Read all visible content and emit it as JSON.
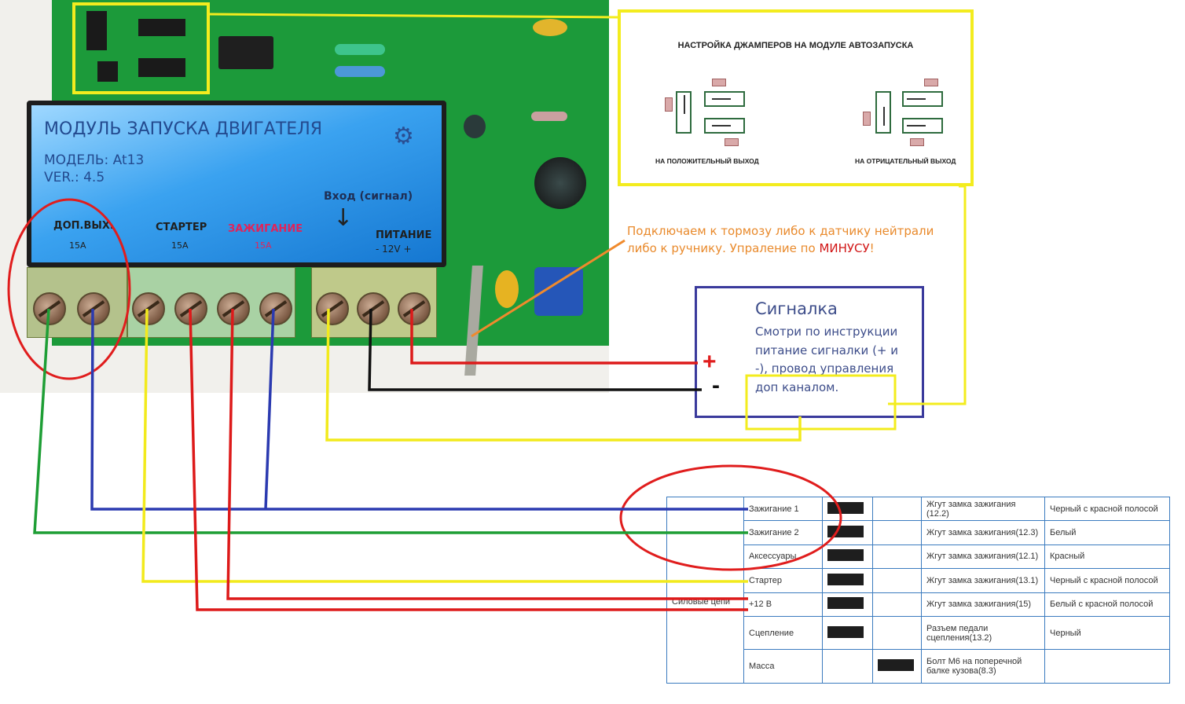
{
  "module": {
    "title": "МОДУЛЬ ЗАПУСКА ДВИГАТЕЛЯ",
    "model": "МОДЕЛЬ: At13",
    "version": "VER.: 4.5",
    "input_label": "Вход (сигнал)",
    "terminals": [
      {
        "label": "ДОП.ВЫХ.",
        "rating": "15A",
        "color": "#1f1f1f"
      },
      {
        "label": "СТАРТЕР",
        "rating": "15A",
        "color": "#1f1f1f"
      },
      {
        "label": "ЗАЖИГАНИЕ",
        "rating": "15A",
        "color": "#e0245a"
      },
      {
        "label": "ПИТАНИЕ",
        "rating": "- 12V +",
        "color": "#1f1f1f"
      }
    ]
  },
  "jumper_panel": {
    "title": "НАСТРОЙКА ДЖАМПЕРОВ НА МОДУЛЕ АВТОЗАПУСКА",
    "positive_caption": "НА ПОЛОЖИТЕЛЬНЫЙ ВЫХОД",
    "negative_caption": "НА ОТРИЦАТЕЛЬНЫЙ ВЫХОД"
  },
  "note": {
    "text": "Подключаем к тормозу либо к датчику нейтрали либо к ручнику. Упраление по ",
    "emphasis": "МИНУСУ",
    "end": "!"
  },
  "signal_box": {
    "title": "Сигналка",
    "description": "Смотри по инструкции питание сигналки (+ и -), провод управления доп каналом.",
    "plus": "+",
    "minus": "-"
  },
  "wiring_table": {
    "group_label": "Силовые цепи",
    "rows": [
      {
        "circuit": "Зажигание 1",
        "harness": "Жгут замка зажигания (12.2)",
        "wire_color": "Черный с красной полосой",
        "swatch_col": 1
      },
      {
        "circuit": "Зажигание 2",
        "harness": "Жгут замка зажигания(12.3)",
        "wire_color": "Белый",
        "swatch_col": 1
      },
      {
        "circuit": "Аксессуары",
        "harness": "Жгут замка зажигания(12.1)",
        "wire_color": "Красный",
        "swatch_col": 1
      },
      {
        "circuit": "Стартер",
        "harness": "Жгут замка зажигания(13.1)",
        "wire_color": "Черный с красной полосой",
        "swatch_col": 1
      },
      {
        "circuit": "+12 В",
        "harness": "Жгут замка зажигания(15)",
        "wire_color": "Белый с красной  полосой",
        "swatch_col": 1
      },
      {
        "circuit": "Сцепление",
        "harness": "Разъем педали сцепления(13.2)",
        "wire_color": "Черный",
        "swatch_col": 1
      },
      {
        "circuit": "Масса",
        "harness": "Болт М6 на поперечной балке кузова(8.3)",
        "wire_color": "",
        "swatch_col": 2
      }
    ]
  },
  "colors": {
    "wire_green": "#1e9e35",
    "wire_blue": "#2b3ab0",
    "wire_yellow": "#f2ea1c",
    "wire_red": "#dd1a1a",
    "wire_black": "#111111",
    "highlight_red": "#e01d1d",
    "pcb_green": "#1c9a3a"
  }
}
